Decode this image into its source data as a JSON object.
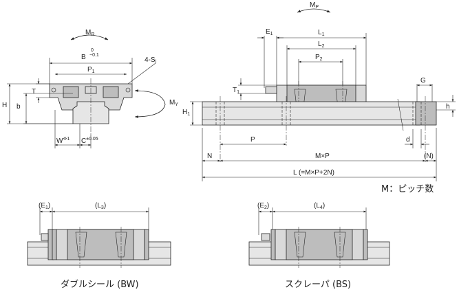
{
  "labels": {
    "mr": "M",
    "mr_sub": "R",
    "mp": "M",
    "mp_sub": "P",
    "my": "M",
    "my_sub": "Y",
    "b_tol": "B",
    "b_tol_upper": "0",
    "b_tol_lower": "−0.1",
    "p1": "P",
    "p1_sub": "1",
    "four_s": "4-S",
    "four_s_sub": "l",
    "t": "T",
    "b": "b",
    "h": "H",
    "w": "W",
    "w_sup": "※1",
    "c": "C",
    "c_sup": "±0.05",
    "e1": "E",
    "e1_sub": "1",
    "l1": "L",
    "l1_sub": "1",
    "l2": "L",
    "l2_sub": "2",
    "p2": "P",
    "p2_sub": "2",
    "t1": "T",
    "t1_sub": "1",
    "h1": "H",
    "h1_sub": "1",
    "g": "G",
    "h_small": "h",
    "p": "P",
    "n_left": "N",
    "mxp": "M×P",
    "n_right": "(N)",
    "d": "d",
    "l_total": "L (=M×P+2N)",
    "m_pitch": "M：ピッチ数",
    "bw_e1": "(E",
    "bw_e1_sub": "1",
    "bw_e1_close": ")",
    "bw_l3": "(L",
    "bw_l3_sub": "3",
    "bw_l3_close": ")",
    "bs_e2": "(E",
    "bs_e2_sub": "2",
    "bs_e2_close": ")",
    "bs_l4": "(L",
    "bs_l4_sub": "4",
    "bs_l4_close": ")",
    "caption_bw": "ダブルシール (BW)",
    "caption_bs": "スクレーパ (BS)"
  }
}
